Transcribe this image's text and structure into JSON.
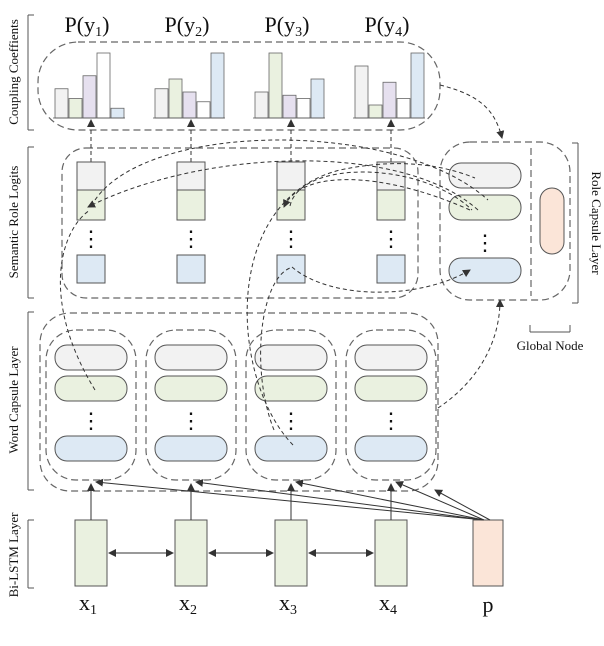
{
  "layers": {
    "coupling": "Coupling Coeffients",
    "semantic": "Semantic Role Logits",
    "word": "Word Capsule Layer",
    "bilstm": "Bi-LSTM Layer",
    "role": "Role Capsule Layer"
  },
  "global_node": "Global Node",
  "prob_labels": [
    "P(y",
    "P(y",
    "P(y",
    "P(y"
  ],
  "prob_subs": [
    "1",
    "2",
    "3",
    "4"
  ],
  "input_labels": [
    "x",
    "x",
    "x",
    "x"
  ],
  "input_subs": [
    "1",
    "2",
    "3",
    "4"
  ],
  "predicate_label": "p",
  "ellipsis": "⋮",
  "colors": {
    "gray": "#f2f2f2",
    "green": "#eaf1e0",
    "purple": "#e6e0ef",
    "blue": "#dde9f4",
    "peach": "#fbe5d8",
    "white": "#ffffff"
  }
}
